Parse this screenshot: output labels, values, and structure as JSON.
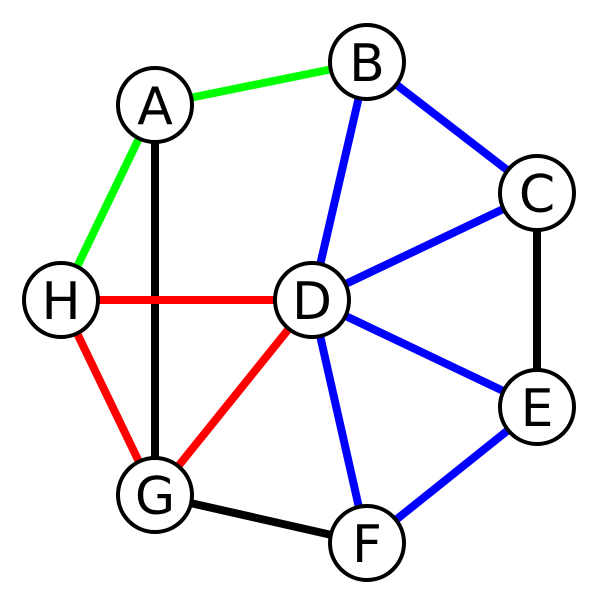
{
  "nodes": [
    {
      "id": "A",
      "label": "A"
    },
    {
      "id": "B",
      "label": "B"
    },
    {
      "id": "C",
      "label": "C"
    },
    {
      "id": "D",
      "label": "D"
    },
    {
      "id": "E",
      "label": "E"
    },
    {
      "id": "F",
      "label": "F"
    },
    {
      "id": "G",
      "label": "G"
    },
    {
      "id": "H",
      "label": "H"
    }
  ],
  "edges": [
    {
      "from": "A",
      "to": "B",
      "color": "#00ff00"
    },
    {
      "from": "A",
      "to": "H",
      "color": "#00ff00"
    },
    {
      "from": "A",
      "to": "G",
      "color": "#000000"
    },
    {
      "from": "B",
      "to": "C",
      "color": "#0000ff"
    },
    {
      "from": "B",
      "to": "D",
      "color": "#0000ff"
    },
    {
      "from": "C",
      "to": "D",
      "color": "#0000ff"
    },
    {
      "from": "C",
      "to": "E",
      "color": "#000000"
    },
    {
      "from": "D",
      "to": "E",
      "color": "#0000ff"
    },
    {
      "from": "D",
      "to": "F",
      "color": "#0000ff"
    },
    {
      "from": "E",
      "to": "F",
      "color": "#0000ff"
    },
    {
      "from": "H",
      "to": "D",
      "color": "#ff0000"
    },
    {
      "from": "H",
      "to": "G",
      "color": "#ff0000"
    },
    {
      "from": "G",
      "to": "D",
      "color": "#ff0000"
    },
    {
      "from": "G",
      "to": "F",
      "color": "#000000"
    }
  ]
}
